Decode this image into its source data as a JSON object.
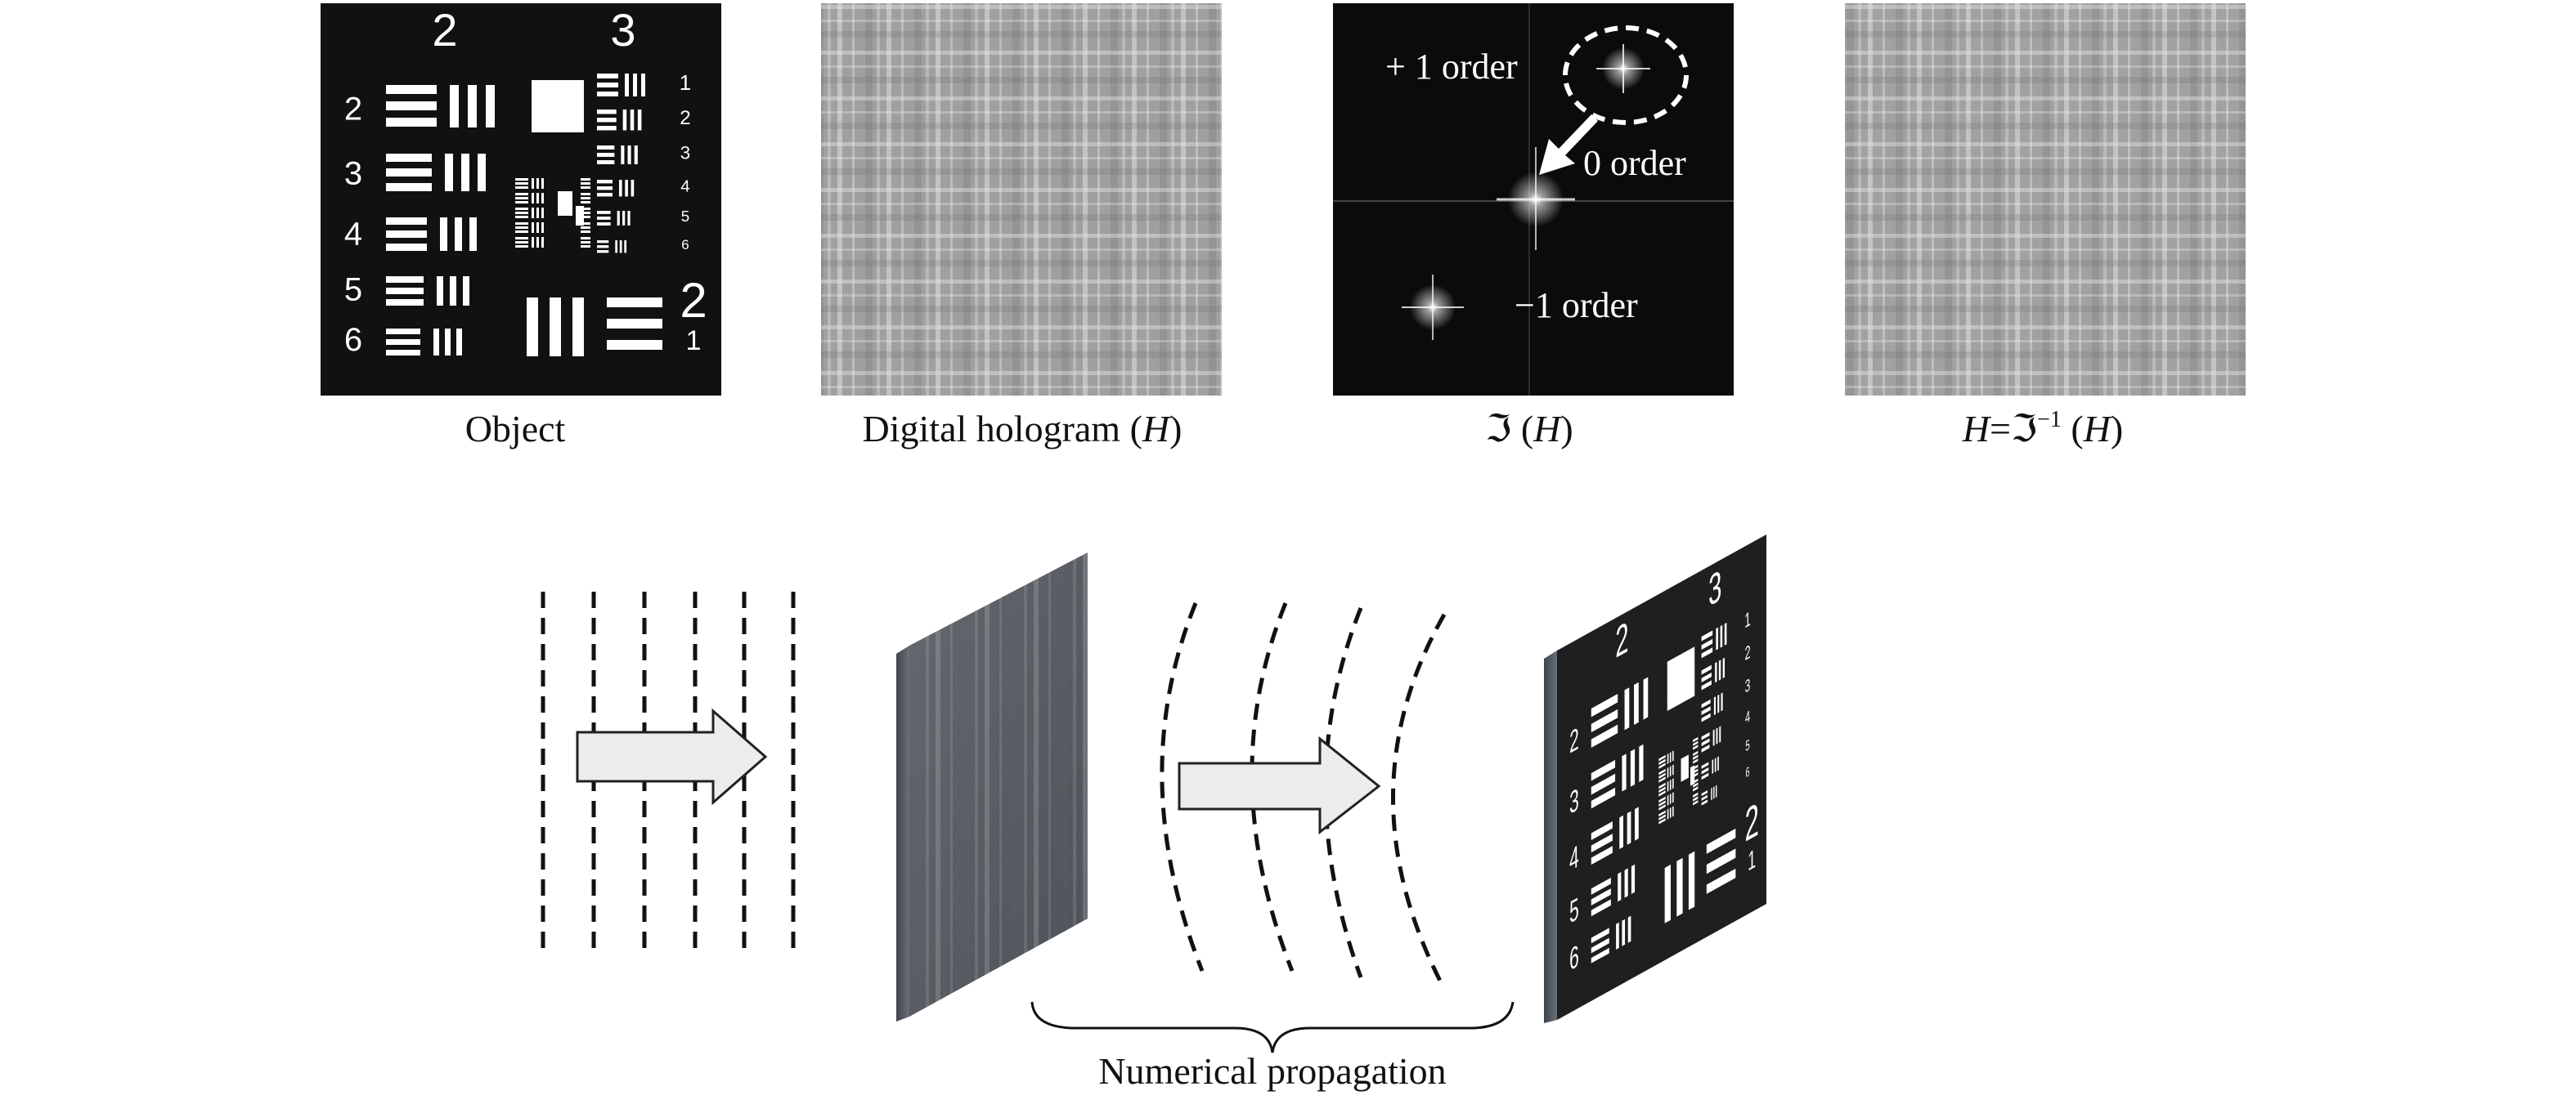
{
  "panels": {
    "object": {
      "caption": "Object"
    },
    "hologram": {
      "caption_prefix": "Digital hologram (",
      "caption_var": "H",
      "caption_suffix": ")"
    },
    "fourier": {
      "caption_symbol": "ℑ",
      "caption_open": " (",
      "caption_var": "H",
      "caption_close": ")",
      "plus_order": "+ 1 order",
      "zero_order": "0 order",
      "minus_order": "−1 order"
    },
    "filtered": {
      "caption_var1": "H",
      "caption_eq": "=ℑ",
      "caption_sup": "−1",
      "caption_open": " (",
      "caption_var2": "H",
      "caption_close": ")"
    }
  },
  "target_labels": {
    "group_2": "2",
    "group_3": "3",
    "el_2": "2",
    "el_3": "3",
    "el_4": "4",
    "el_5": "5",
    "el_6": "6",
    "br_2": "2",
    "br_1": "1",
    "r1": "1",
    "r2": "2",
    "r3": "3",
    "r4": "4",
    "r5": "5",
    "r6": "6"
  },
  "bottom": {
    "caption": "Numerical propagation"
  },
  "colors": {
    "background": "#ffffff",
    "target_bg": "#111111",
    "arrow_fill": "#ececec",
    "text": "#111111"
  }
}
